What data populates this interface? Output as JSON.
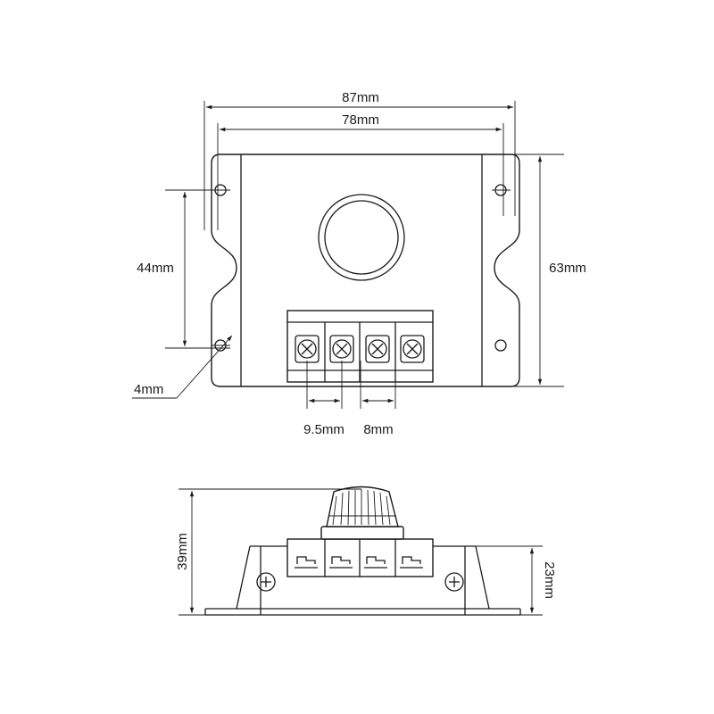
{
  "dimensions": {
    "width_87": "87mm",
    "width_78": "78mm",
    "height_44": "44mm",
    "height_63": "63mm",
    "hole_4": "4mm",
    "pitch_9_5": "9.5mm",
    "pitch_8": "8mm",
    "height_39": "39mm",
    "height_23": "23mm"
  },
  "colors": {
    "line": "#1a1a1a",
    "background": "#ffffff"
  }
}
